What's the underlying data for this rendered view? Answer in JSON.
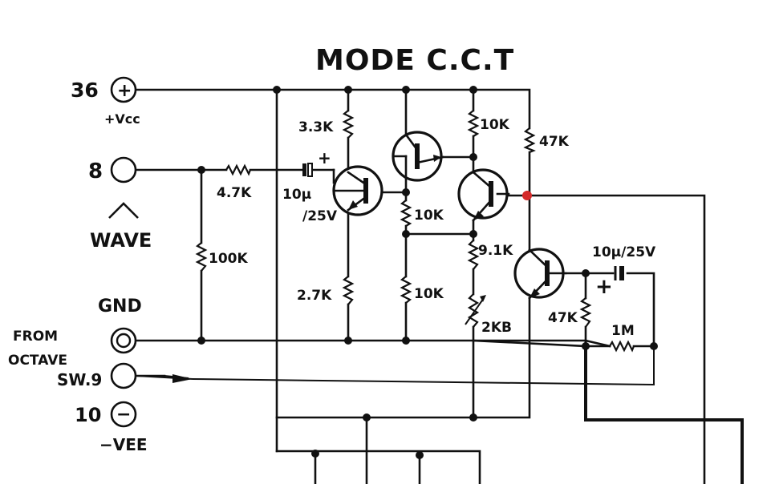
{
  "title": "MODE C.C.T",
  "colors": {
    "ink": "#111111",
    "marker": "#d42a2a",
    "background": "#ffffff"
  },
  "terminals": {
    "t36": {
      "number": "36",
      "symbol": "+",
      "label": "+Vcc"
    },
    "t8": {
      "number": "8",
      "label": "WAVE"
    },
    "gnd": {
      "label": "GND"
    },
    "sw9": {
      "label_line1": "FROM",
      "label_line2": "OCTAVE",
      "label_line3": "SW.9"
    },
    "t10": {
      "number": "10",
      "symbol": "−",
      "label": "−VEE"
    }
  },
  "components": {
    "r_4k7_input": "4.7K",
    "r_100k": "100K",
    "c_10u_label1": "10µ",
    "c_10u_label2": "/25V",
    "c_plus": "+",
    "r_3k3": "3.3K",
    "r_2k7": "2.7K",
    "r_10k_mid": "10K",
    "r_10k_low": "10K",
    "r_10k_top": "10K",
    "r_47k_top": "47K",
    "r_9k1": "9.1K",
    "r_2kb": "2KB",
    "r_47k_out": "47K",
    "r_1m": "1M",
    "c_out_label": "10µ/25V",
    "c_out_plus": "+"
  },
  "decor": {
    "wave_symbol": "triangle-wave-icon"
  }
}
